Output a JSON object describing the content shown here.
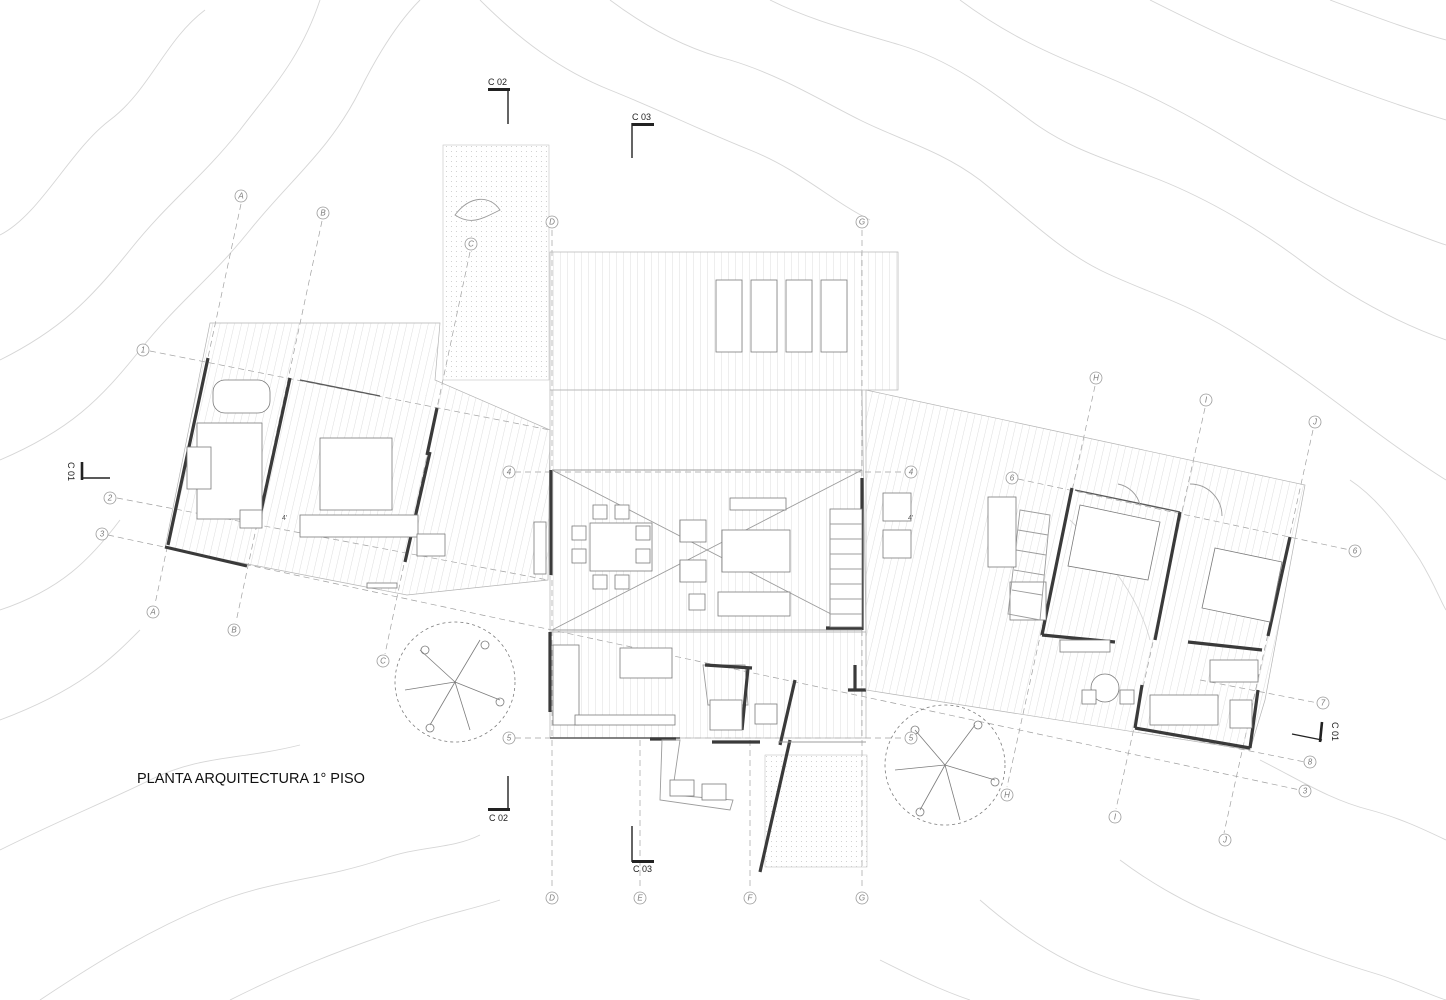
{
  "title": "PLANTA ARQUITECTURA 1° PISO",
  "colors": {
    "line": "#3a3a3a",
    "grid": "#a0a0a0",
    "contour": "#d6d6d6",
    "paper": "#ffffff"
  },
  "section_marks": {
    "c02": "C 02",
    "c03": "C 03",
    "c01": "C 01"
  },
  "grid_labels": {
    "A": "A",
    "B": "B",
    "C": "C",
    "D": "D",
    "E": "E",
    "F": "F",
    "G": "G",
    "H": "H",
    "I": "I",
    "J": "J",
    "n1": "1",
    "n2": "2",
    "n3": "3",
    "n4": "4",
    "n5": "5",
    "n6": "6",
    "n7": "7",
    "n8": "8"
  },
  "level_marks": {
    "left": "4'",
    "right": "4'"
  },
  "icons": [
    "tree-symbol",
    "section-cut-marker",
    "grid-bubble"
  ]
}
